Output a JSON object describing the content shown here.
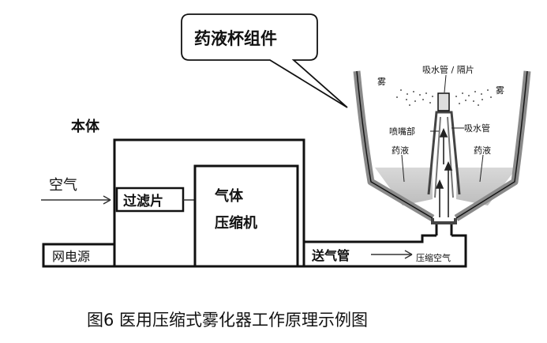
{
  "labels": {
    "callout": "药液杯组件",
    "body": "本体",
    "air": "空气",
    "filter": "过滤片",
    "compressor_line1": "气体",
    "compressor_line2": "压缩机",
    "power": "网电源",
    "tube": "送气管",
    "compressed_air": "压缩空气",
    "suction_baffle": "吸水管 / 隔片",
    "mist_left": "雾",
    "mist_right": "雾",
    "nozzle": "喷嘴部",
    "suction_tube": "吸水管",
    "liquid_left": "药液",
    "liquid_right": "药液"
  },
  "caption": "图6  医用压缩式雾化器工作原理示例图"
}
